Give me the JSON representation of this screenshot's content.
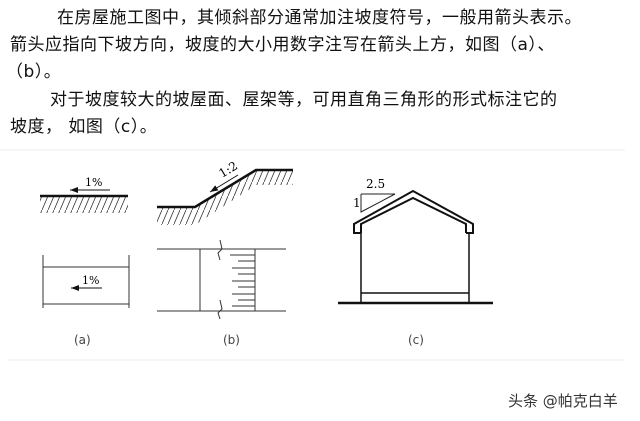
{
  "paragraphs": [
    "在房屋施工图中，其倾斜部分通常加注坡度符号，一般用箭头表示。",
    "箭头应指向下坡方向，坡度的大小用数字注写在箭头上方，如图（a）、",
    "（b）。",
    "对于坡度较大的坡屋面、屋架等，可用直角三角形的形式标注它的",
    "坡度， 如图（c）。"
  ],
  "figure": {
    "a": {
      "slope_top": "1%",
      "slope_bottom": "1%",
      "caption": "(a)"
    },
    "b": {
      "slope": "1:2",
      "caption": "(b)"
    },
    "c": {
      "run": "2.5",
      "rise": "1",
      "caption": "(c)"
    }
  },
  "watermark": "头条 @帕克白羊"
}
